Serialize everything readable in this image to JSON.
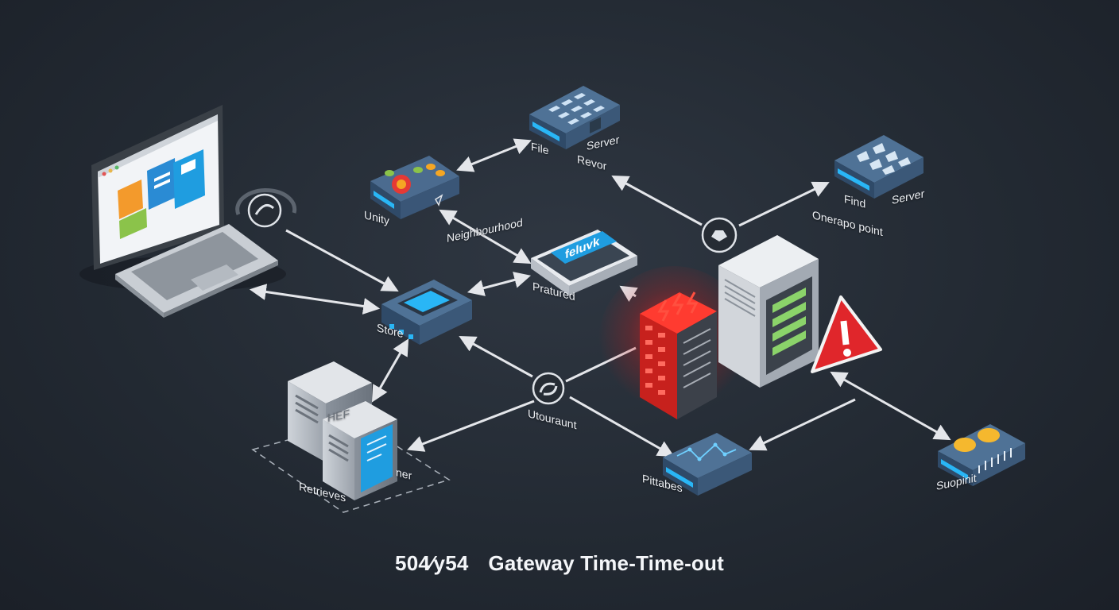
{
  "caption": {
    "code": "504⁄y54",
    "message": "Gateway Time-Time-out"
  },
  "labels": {
    "file": "File",
    "server_top": "Server",
    "revor": "Revor",
    "find": "Find",
    "server_right": "Server",
    "onerapo_point": "Onerapo point",
    "unity": "Unity",
    "neighbour": "Neighbourhood",
    "panel_screen": "feluvk",
    "pratured": "Pratured",
    "store": "Store",
    "utouraunt": "Utouraunt",
    "archive_server": "HEF",
    "ner": "ner",
    "retrieves": "Retrieves",
    "pittabes": "Pittabes",
    "suopinit": "Suopinit"
  },
  "colors": {
    "background": "#232a33",
    "arrow": "#e4e6ea",
    "error_red": "#e0262b",
    "screen_blue": "#1f9de0",
    "device_blue": "#3c5a7d"
  },
  "icons": [
    "laptop-icon",
    "router-icon",
    "server-rack-icon",
    "firewall-icon",
    "warning-icon",
    "gauge-icon",
    "link-icon",
    "switch-icon",
    "shield-icon"
  ]
}
